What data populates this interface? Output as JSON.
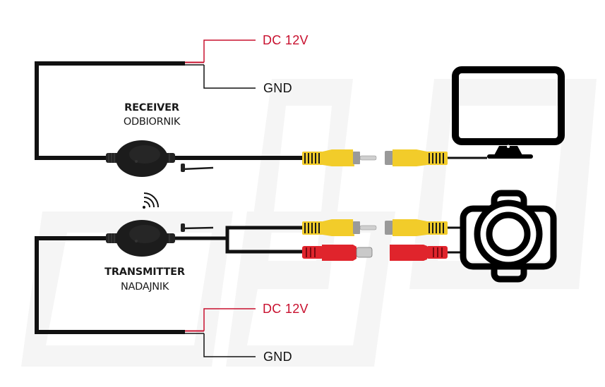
{
  "diagram": {
    "title": "Wireless video transmitter/receiver wiring",
    "receiver": {
      "title": "RECEIVER",
      "subtitle": "ODBIORNIK",
      "power_positive": "DC 12V",
      "power_ground": "GND",
      "output_connector": "RCA video (yellow)",
      "connects_to": "monitor-icon"
    },
    "transmitter": {
      "title": "TRANSMITTER",
      "subtitle": "NADAJNIK",
      "power_positive": "DC 12V",
      "power_ground": "GND",
      "input_connectors": [
        "RCA video (yellow)",
        "DC power (red)"
      ],
      "connects_to": "camera-icon"
    },
    "link_icon": "wireless-signal-icon",
    "colors": {
      "wire_black": "#111111",
      "wire_red": "#c8102e",
      "rca_yellow": "#f2cc2a",
      "dc_red": "#e0242c",
      "watermark": "#f4f4f4"
    }
  }
}
